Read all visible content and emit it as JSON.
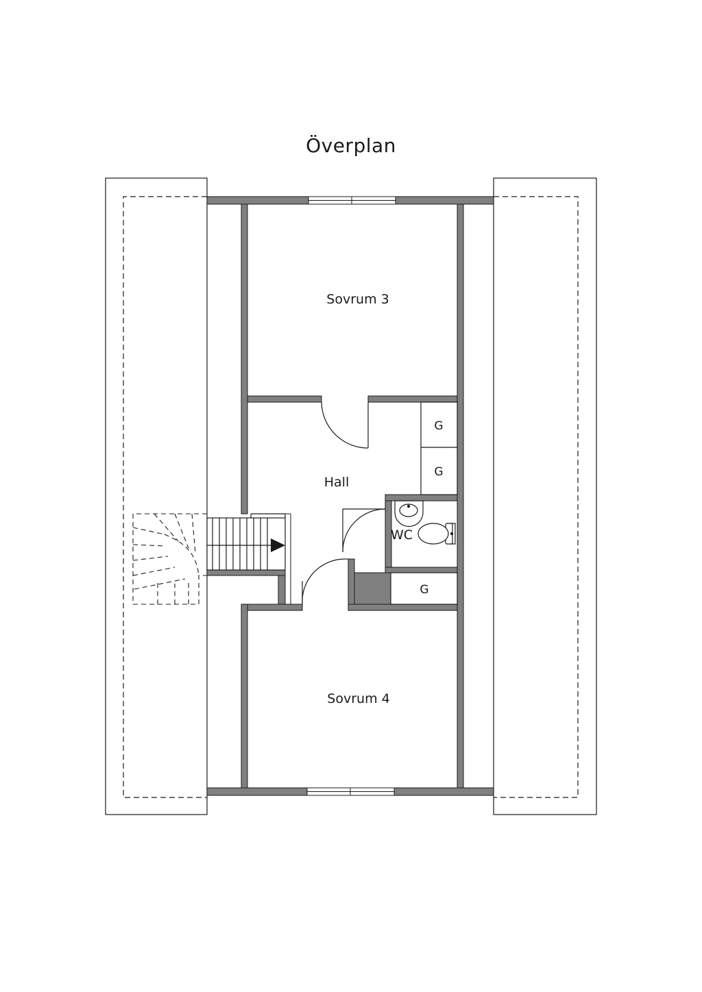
{
  "title": "Överplan",
  "rooms": {
    "sovrum3": "Sovrum 3",
    "sovrum4": "Sovrum 4",
    "hall": "Hall",
    "wc": "WC",
    "closet_1": "G",
    "closet_2": "G",
    "closet_3": "G"
  },
  "colors": {
    "wall": "#808080",
    "line": "#1a1a1a",
    "background": "#ffffff"
  }
}
